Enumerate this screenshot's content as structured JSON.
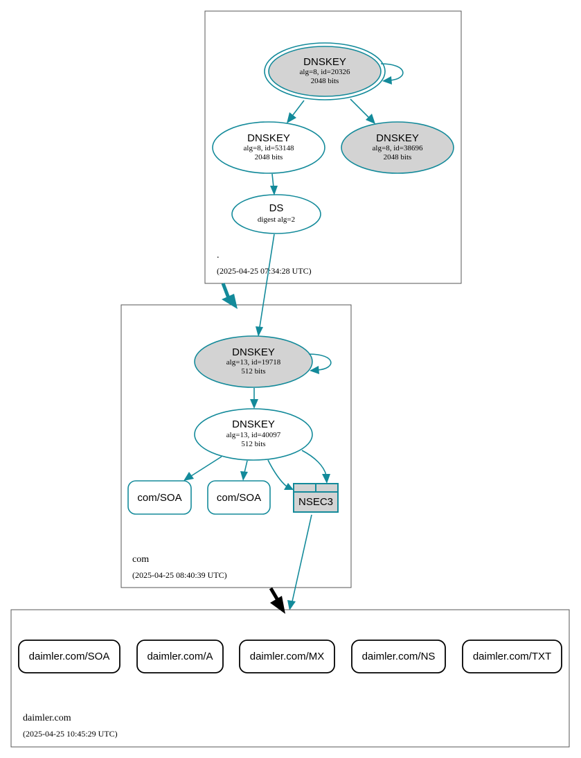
{
  "zones": {
    "root": {
      "name": ".",
      "timestamp": "(2025-04-25 07:34:28 UTC)"
    },
    "com": {
      "name": "com",
      "timestamp": "(2025-04-25 08:40:39 UTC)"
    },
    "daimler": {
      "name": "daimler.com",
      "timestamp": "(2025-04-25 10:45:29 UTC)"
    }
  },
  "root_keys": {
    "ksk": {
      "title": "DNSKEY",
      "line1": "alg=8, id=20326",
      "line2": "2048 bits"
    },
    "zsk": {
      "title": "DNSKEY",
      "line1": "alg=8, id=53148",
      "line2": "2048 bits"
    },
    "other": {
      "title": "DNSKEY",
      "line1": "alg=8, id=38696",
      "line2": "2048 bits"
    },
    "ds": {
      "title": "DS",
      "line1": "digest alg=2"
    }
  },
  "com_keys": {
    "ksk": {
      "title": "DNSKEY",
      "line1": "alg=13, id=19718",
      "line2": "512 bits"
    },
    "zsk": {
      "title": "DNSKEY",
      "line1": "alg=13, id=40097",
      "line2": "512 bits"
    }
  },
  "com_records": {
    "soa1": "com/SOA",
    "soa2": "com/SOA",
    "nsec3": "NSEC3"
  },
  "daimler_records": [
    "daimler.com/SOA",
    "daimler.com/A",
    "daimler.com/MX",
    "daimler.com/NS",
    "daimler.com/TXT"
  ],
  "colors": {
    "edge": "#138a9a",
    "node_gray": "#d3d3d3",
    "zone_border": "#555555",
    "delegation_black": "#000000"
  }
}
